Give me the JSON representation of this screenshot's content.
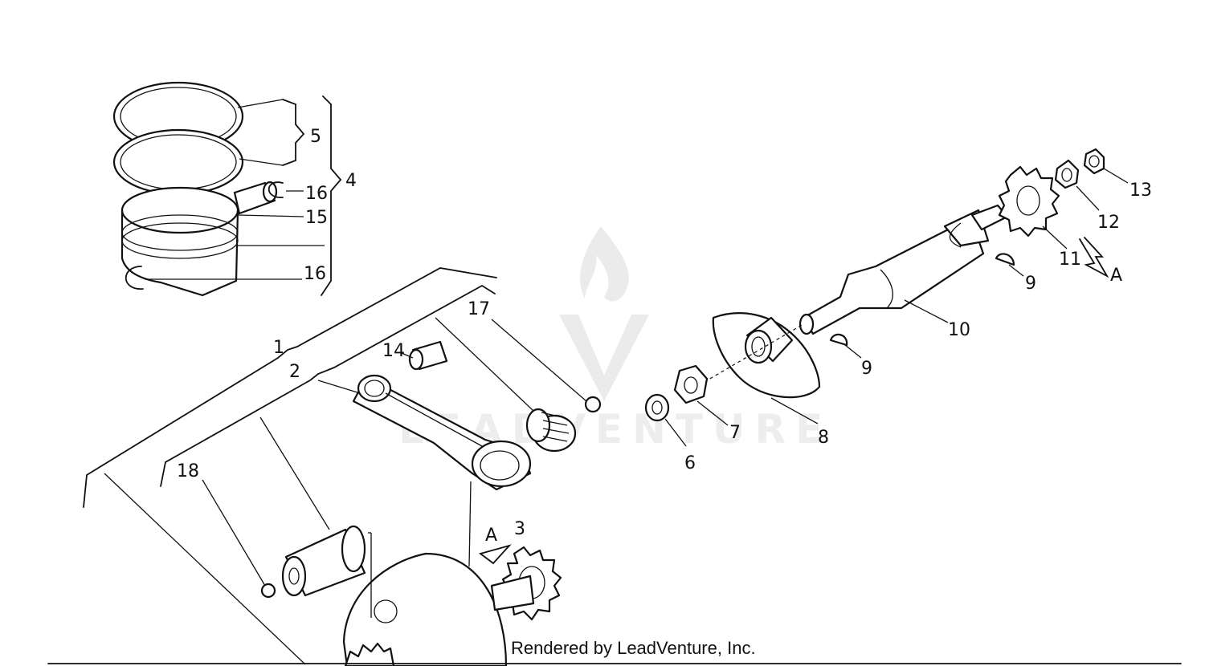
{
  "diagram": {
    "callouts": {
      "c1": "1",
      "c2": "2",
      "c3": "3",
      "c4": "4",
      "c5": "5",
      "c6": "6",
      "c7": "7",
      "c8": "8",
      "c9a": "9",
      "c9b": "9",
      "c10": "10",
      "c11": "11",
      "c12": "12",
      "c13": "13",
      "c14": "14",
      "c15": "15",
      "c16a": "16",
      "c16b": "16",
      "c17": "17",
      "c18": "18",
      "arrowA1": "A",
      "arrowA2": "A"
    },
    "watermark_text": "LEADVENTURE",
    "footer": "Rendered by LeadVenture, Inc."
  }
}
